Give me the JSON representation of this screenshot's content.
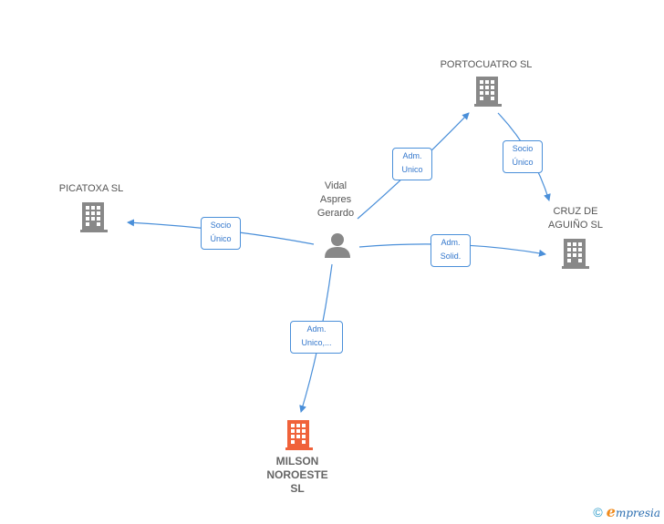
{
  "nodes": {
    "person": {
      "name": "Vidal\nAspres\nGerardo"
    },
    "portocuatro": {
      "name": "PORTOCUATRO SL"
    },
    "picatoxa": {
      "name": "PICATOXA  SL"
    },
    "cruz": {
      "name": "CRUZ DE\nAGUIÑO SL"
    },
    "milson": {
      "name": "MILSON\nNOROESTE\nSL"
    }
  },
  "edges": {
    "person_portocuatro": "Adm.\nUnico",
    "portocuatro_cruz": "Socio\nÚnico",
    "person_picatoxa": "Socio\nÚnico",
    "person_cruz": "Adm.\nSolid.",
    "person_milson": "Adm.\nUnico,..."
  },
  "colors": {
    "edge": "#4a8fd9",
    "company": "#888888",
    "company_highlight": "#f0623a",
    "person": "#888888"
  },
  "watermark": {
    "symbol": "©",
    "brand_e": "e",
    "brand_rest": "mpresia"
  }
}
